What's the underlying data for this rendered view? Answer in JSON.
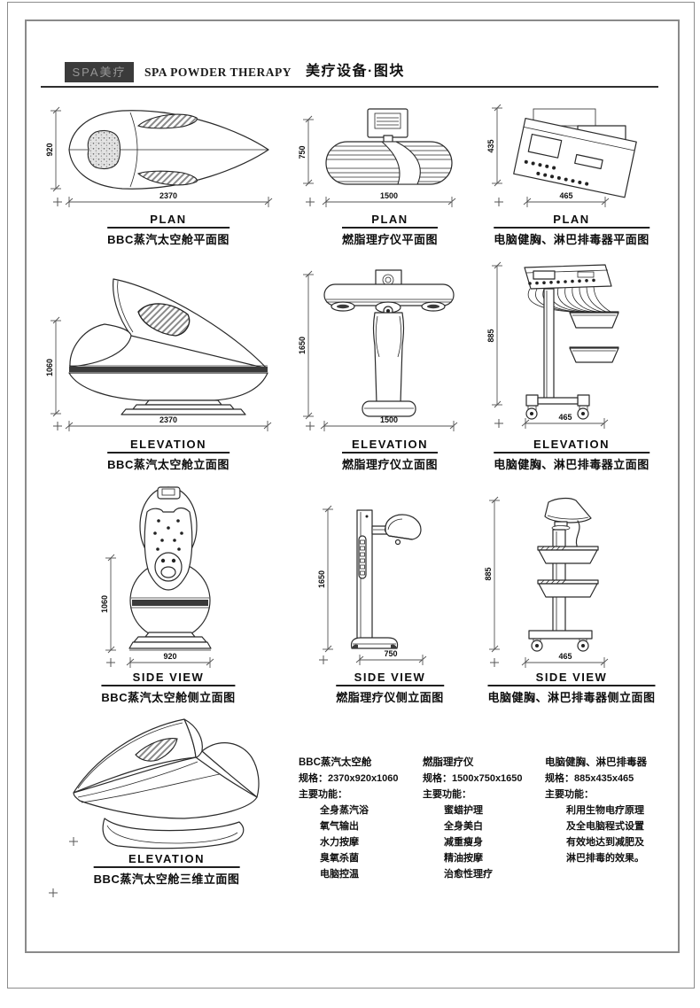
{
  "header": {
    "logo": "SPA美疗",
    "title_en": "SPA POWDER THERAPY",
    "title_zh": "美疗设备·图块"
  },
  "cells": [
    {
      "view": "PLAN",
      "caption": "BBC蒸汽太空舱平面图",
      "dim_v": "920",
      "dim_h": "2370"
    },
    {
      "view": "PLAN",
      "caption": "燃脂理疗仪平面图",
      "dim_v": "750",
      "dim_h": "1500"
    },
    {
      "view": "PLAN",
      "caption": "电脑健胸、淋巴排毒器平面图",
      "dim_v": "435",
      "dim_h": "465"
    },
    {
      "view": "ELEVATION",
      "caption": "BBC蒸汽太空舱立面图",
      "dim_v": "1060",
      "dim_h": "2370"
    },
    {
      "view": "ELEVATION",
      "caption": "燃脂理疗仪立面图",
      "dim_v": "1650",
      "dim_h": "1500"
    },
    {
      "view": "ELEVATION",
      "caption": "电脑健胸、淋巴排毒器立面图",
      "dim_v": "885",
      "dim_h": "465"
    },
    {
      "view": "SIDE VIEW",
      "caption": "BBC蒸汽太空舱侧立面图",
      "dim_v": "1060",
      "dim_h": "920"
    },
    {
      "view": "SIDE VIEW",
      "caption": "燃脂理疗仪侧立面图",
      "dim_v": "1650",
      "dim_h": "750"
    },
    {
      "view": "SIDE VIEW",
      "caption": "电脑健胸、淋巴排毒器侧立面图",
      "dim_v": "885",
      "dim_h": "465"
    },
    {
      "view": "ELEVATION",
      "caption": "BBC蒸汽太空舱三维立面图"
    }
  ],
  "specs": [
    {
      "title": "BBC蒸汽太空舱",
      "spec": "规格：2370x920x1060",
      "features_label": "主要功能：",
      "features": [
        "全身蒸汽浴",
        "氧气输出",
        "水力按摩",
        "臭氧杀菌",
        "电脑控温"
      ]
    },
    {
      "title": "燃脂理疗仪",
      "spec": "规格：1500x750x1650",
      "features_label": "主要功能：",
      "features": [
        "蜜蜡护理",
        "全身美白",
        "减重瘦身",
        "精油按摩",
        "治愈性理疗"
      ]
    },
    {
      "title": "电脑健胸、淋巴排毒器",
      "spec": "规格：885x435x465",
      "features_label": "主要功能：",
      "features": [
        "利用生物电疗原理",
        "及全电脑程式设置",
        "有效地达到减肥及",
        "淋巴排毒的效果。"
      ]
    }
  ],
  "colors": {
    "line": "#2a2a2a",
    "dim": "#555555",
    "band": "#3a3a3a",
    "logo_bg": "#3b3b3b",
    "logo_text": "#979797",
    "frame": "#8a8a8a"
  }
}
